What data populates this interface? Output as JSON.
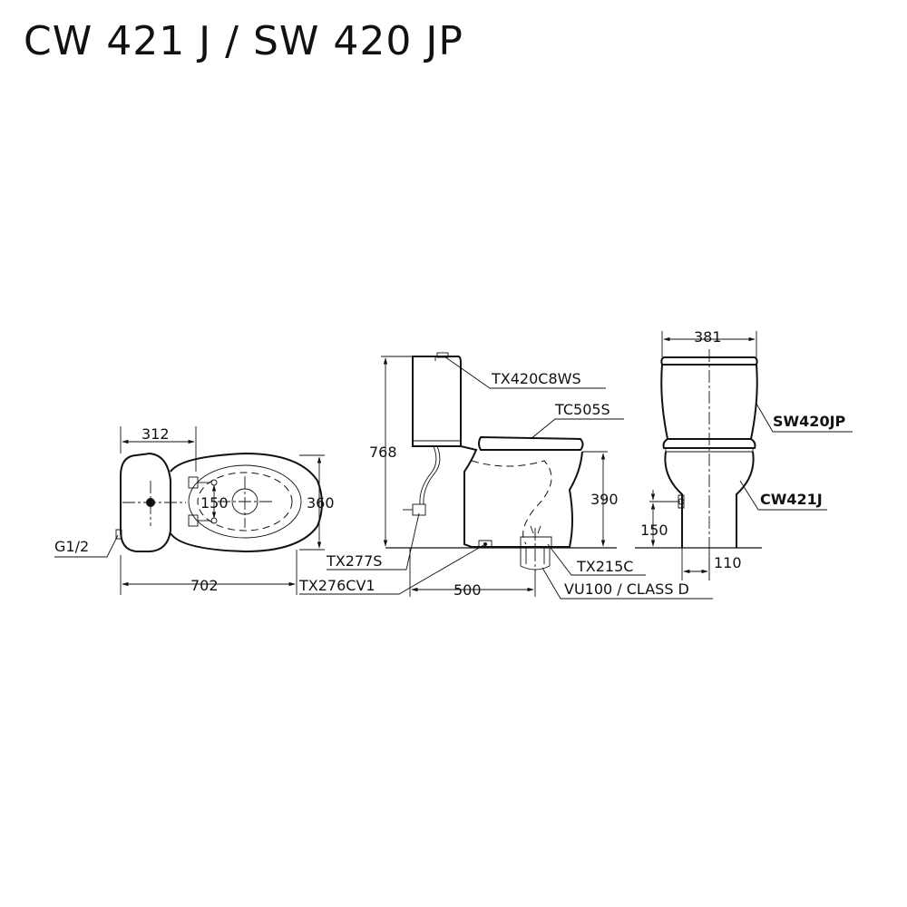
{
  "title": "CW 421 J / SW 420 JP",
  "top_view": {
    "dim_width": "312",
    "dim_inner": "150",
    "dim_height": "360",
    "dim_length": "702",
    "label_inlet": "G1/2"
  },
  "side_view": {
    "dim_height": "768",
    "dim_seat": "390",
    "dim_drain": "500",
    "label_tank_fitting": "TX420C8WS",
    "label_seat": "TC505S",
    "label_hose": "TX277S",
    "label_valve": "TX276CV1",
    "label_flange": "TX215C",
    "label_pipe": "VU100 / CLASS D"
  },
  "front_view": {
    "dim_width": "381",
    "dim_inlet_height": "150",
    "dim_offset": "110",
    "label_tank": "SW420JP",
    "label_bowl": "CW421J"
  }
}
